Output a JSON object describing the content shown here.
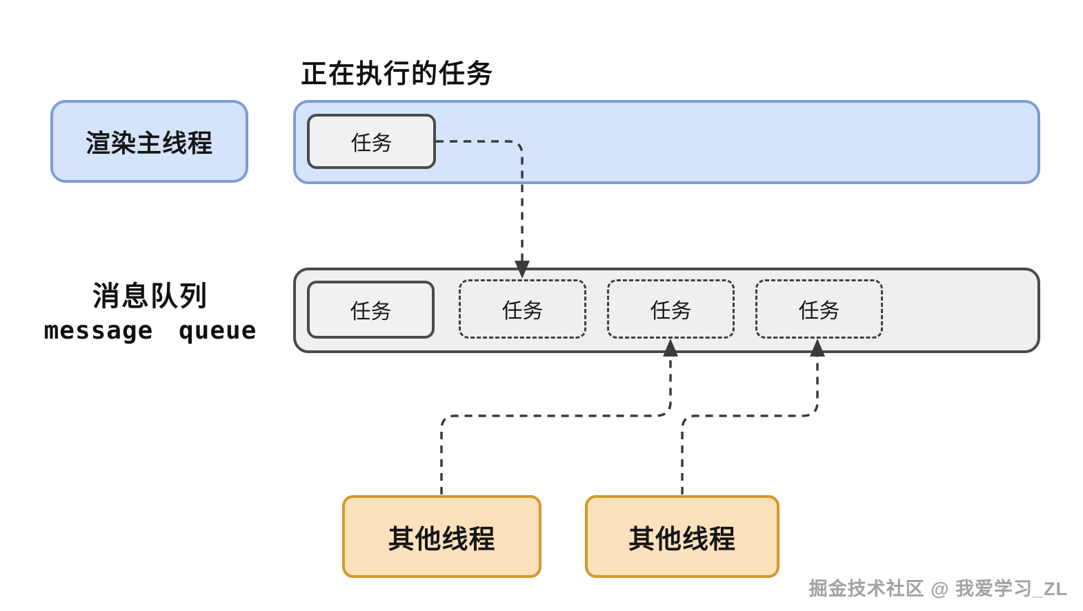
{
  "title": "正在执行的任务",
  "left_column": {
    "render_thread_label": "渲染主线程",
    "queue_label_zh": "消息队列",
    "queue_label_en": "message queue"
  },
  "main_thread_bar": {
    "executing_task_label": "任务"
  },
  "message_queue": {
    "tasks": [
      {
        "label": "任务",
        "style": "solid"
      },
      {
        "label": "任务",
        "style": "dashed"
      },
      {
        "label": "任务",
        "style": "dashed"
      },
      {
        "label": "任务",
        "style": "dashed"
      }
    ]
  },
  "other_threads": [
    {
      "label": "其他线程"
    },
    {
      "label": "其他线程"
    }
  ],
  "watermark": "掘金技术社区 @ 我爱学习_ZL",
  "colors": {
    "thread_fill": "#d5e4fa",
    "thread_border": "#7d9cd4",
    "queue_fill": "#efefef",
    "queue_border": "#4a4a4a",
    "task_fill": "#f1f1f1",
    "task_border": "#4a4a4a",
    "dashed_task_border": "#3f3f3f",
    "other_thread_fill": "#fbe2bd",
    "other_thread_border": "#d29a2c",
    "connector": "#3a3a3a",
    "watermark_text": "#a2a2a2"
  }
}
